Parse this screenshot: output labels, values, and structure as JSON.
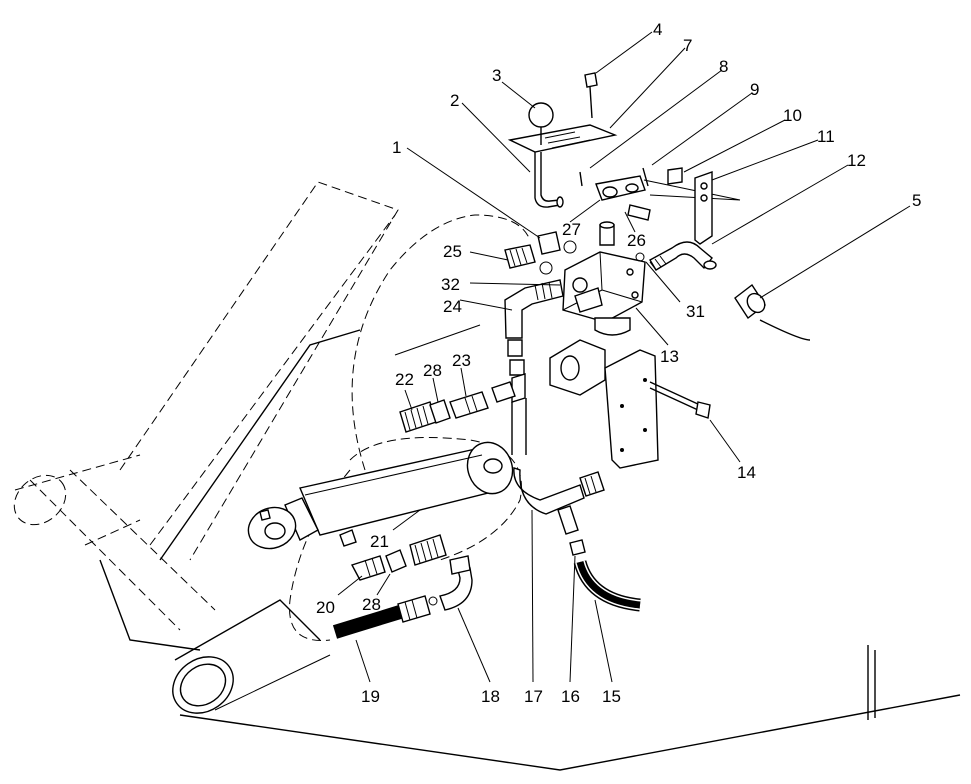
{
  "callouts": [
    {
      "id": "p1",
      "text": "1"
    },
    {
      "id": "p2",
      "text": "2"
    },
    {
      "id": "p3",
      "text": "3"
    },
    {
      "id": "p4",
      "text": "4"
    },
    {
      "id": "p5",
      "text": "5"
    },
    {
      "id": "p7",
      "text": "7"
    },
    {
      "id": "p8",
      "text": "8"
    },
    {
      "id": "p9",
      "text": "9"
    },
    {
      "id": "p10",
      "text": "10"
    },
    {
      "id": "p11",
      "text": "11"
    },
    {
      "id": "p12",
      "text": "12"
    },
    {
      "id": "p13",
      "text": "13"
    },
    {
      "id": "p14",
      "text": "14"
    },
    {
      "id": "p15",
      "text": "15"
    },
    {
      "id": "p16",
      "text": "16"
    },
    {
      "id": "p17",
      "text": "17"
    },
    {
      "id": "p18",
      "text": "18"
    },
    {
      "id": "p19",
      "text": "19"
    },
    {
      "id": "p20",
      "text": "20"
    },
    {
      "id": "p21",
      "text": "21"
    },
    {
      "id": "p22",
      "text": "22"
    },
    {
      "id": "p23",
      "text": "23"
    },
    {
      "id": "p24",
      "text": "24"
    },
    {
      "id": "p25",
      "text": "25"
    },
    {
      "id": "p26",
      "text": "26"
    },
    {
      "id": "p27",
      "text": "27"
    },
    {
      "id": "p28a",
      "text": "28"
    },
    {
      "id": "p28b",
      "text": "28"
    },
    {
      "id": "p31",
      "text": "31"
    },
    {
      "id": "p32",
      "text": "32"
    }
  ]
}
